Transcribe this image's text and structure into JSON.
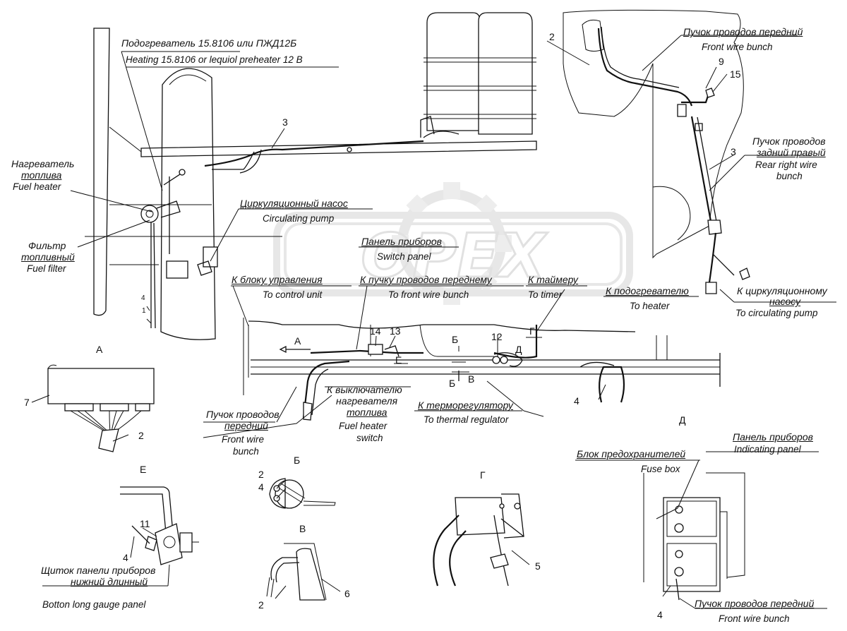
{
  "watermark": "OPEX",
  "colors": {
    "line": "#111111",
    "watermark": "#cccccc",
    "background": "#ffffff"
  },
  "labels": {
    "preheater_ru": "Подогреватель 15.8106 или ПЖД12Б",
    "preheater_en": "Heating 15.8106 or lequiol preheater 12 B",
    "fuel_heater_ru_1": "Нагреватель",
    "fuel_heater_ru_2": "топлива",
    "fuel_heater_en": "Fuel heater",
    "fuel_filter_ru_1": "Фильтр",
    "fuel_filter_ru_2": "топливный",
    "fuel_filter_en": "Fuel filter",
    "circ_pump_ru": "Циркуляционный насос",
    "circ_pump_en": "Circulating pump",
    "switch_panel_ru": "Панель приборов",
    "switch_panel_en": "Switch panel",
    "control_unit_ru": "К блоку управления",
    "control_unit_en": "To control unit",
    "front_bunch_to_ru": "К пучку проводов переднему",
    "front_bunch_to_en": "To front wire bunch",
    "timer_ru": "К таймеру",
    "timer_en": "To timer",
    "fuel_switch_ru_1": "К выключателю",
    "fuel_switch_ru_2": "нагревателя",
    "fuel_switch_ru_3": "топлива",
    "fuel_switch_en_1": "Fuel heater",
    "fuel_switch_en_2": "switch",
    "thermo_ru": "К терморегулятору",
    "thermo_en": "To thermal regulator",
    "front_bunch_ru_1": "Пучок проводов",
    "front_bunch_ru_2": "передний",
    "front_bunch_en_1": "Front wire",
    "front_bunch_en_2": "bunch",
    "tr_front_ru": "Пучок проводов передний",
    "tr_front_en": "Front wire bunch",
    "rear_right_ru_1": "Пучок проводов",
    "rear_right_ru_2": "задний правый",
    "rear_right_en_1": "Rear right wire",
    "rear_right_en_2": "bunch",
    "to_heater_ru": "К подогревателю",
    "to_heater_en": "To heater",
    "to_pump_ru_1": "К циркуляционному",
    "to_pump_ru_2": "насосу",
    "to_pump_en": "To circulating pump",
    "indicating_ru": "Панель приборов",
    "indicating_en": "Indicating panel",
    "fuse_box_ru": "Блок предохранителей",
    "fuse_box_en": "Fuse box",
    "br_front_ru": "Пучок проводов передний",
    "br_front_en": "Front wire bunch",
    "gauge_ru_1": "Щиток панели приборов",
    "gauge_ru_2": "нижний длинный",
    "gauge_en": "Botton long gauge panel"
  },
  "views": {
    "a": "А",
    "b": "Б",
    "v": "В",
    "g": "Г",
    "d": "Д",
    "e": "Е"
  },
  "section_marks": {
    "a": "А",
    "b": "Б",
    "b_bottom": "Б",
    "e": "Е",
    "v": "В",
    "g": "Г",
    "d": "Д"
  },
  "callouts": {
    "c1": "1",
    "c2_a": "2",
    "c2_tr": "2",
    "c2_b": "2",
    "c2_v": "2",
    "c3_top": "3",
    "c3_tr": "3",
    "c4_left": "4",
    "c4_mid": "4",
    "c4_b": "4",
    "c4_e": "4",
    "c4_br": "4",
    "c5": "5",
    "c6": "6",
    "c7": "7",
    "c9": "9",
    "c11": "11",
    "c12": "12",
    "c13": "13",
    "c14": "14",
    "c15": "15"
  }
}
